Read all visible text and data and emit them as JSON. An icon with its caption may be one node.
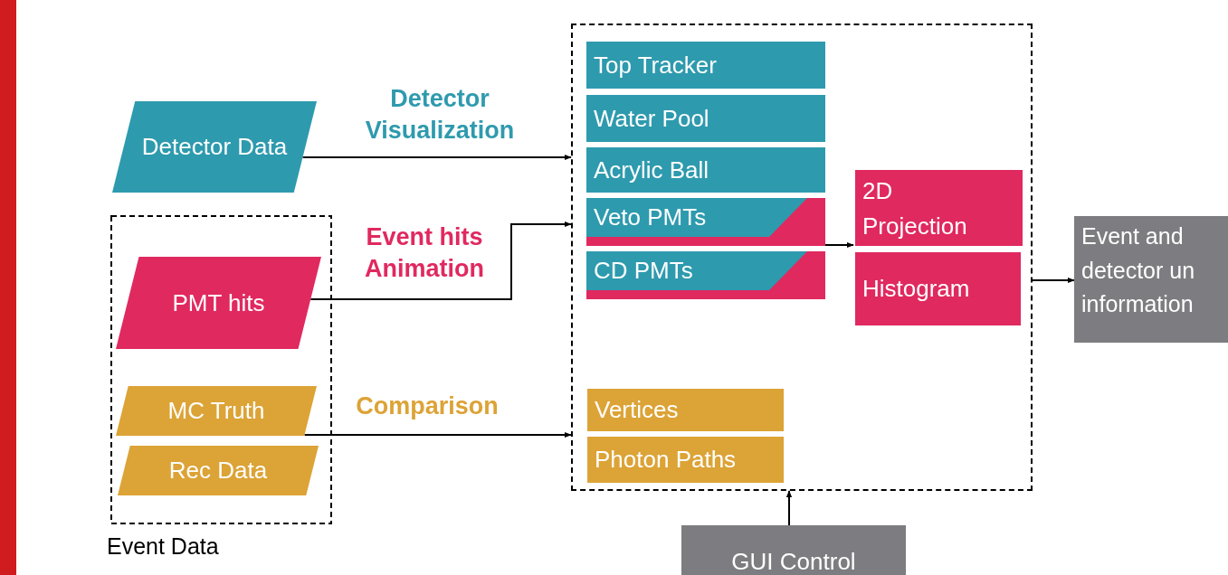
{
  "diagram": {
    "nodes": [
      {
        "text": [
          "Detector Data"
        ]
      },
      {
        "text": [
          "Event Data"
        ]
      },
      {
        "text": [
          "PMT hits"
        ],
        "in": 1
      },
      {
        "text": [
          "MC Truth"
        ],
        "in": 1
      },
      {
        "text": [
          "Rec Data"
        ],
        "in": 1
      },
      {
        "text": [],
        "shape": "box"
      },
      {
        "text": [
          "Top Tracker"
        ],
        "in": 5
      },
      {
        "text": [
          "Water Pool"
        ],
        "in": 5
      },
      {
        "text": [
          "Acrylic Ball"
        ],
        "in": 5
      },
      {
        "text": [
          "Veto PMTs"
        ],
        "in": 5
      },
      {
        "text": [
          "CD PMTs"
        ],
        "in": 5
      },
      {
        "text": [
          "2D Projection"
        ],
        "in": 5
      },
      {
        "text": [
          "Histogram"
        ],
        "in": 5
      },
      {
        "text": [
          "Vertices"
        ],
        "in": 5
      },
      {
        "text": [
          "Photon Paths"
        ],
        "in": 5
      },
      {
        "text": [
          "Event and detector un information"
        ]
      },
      {
        "text": [
          "GUI Control"
        ]
      }
    ],
    "edges": [
      {
        "from": 0,
        "to": 5,
        "arrow": "to",
        "label": "Detector Visualization"
      },
      {
        "from": 2,
        "to": 5,
        "arrow": "to",
        "label": "Event hits Animation"
      },
      {
        "from": 3,
        "to": 5,
        "arrow": "to",
        "label": "Comparison"
      },
      {
        "from": 9,
        "to": 11,
        "arrow": "to"
      },
      {
        "from": 5,
        "to": 15,
        "arrow": "to"
      },
      {
        "from": 16,
        "to": 5,
        "arrow": "to"
      }
    ]
  }
}
